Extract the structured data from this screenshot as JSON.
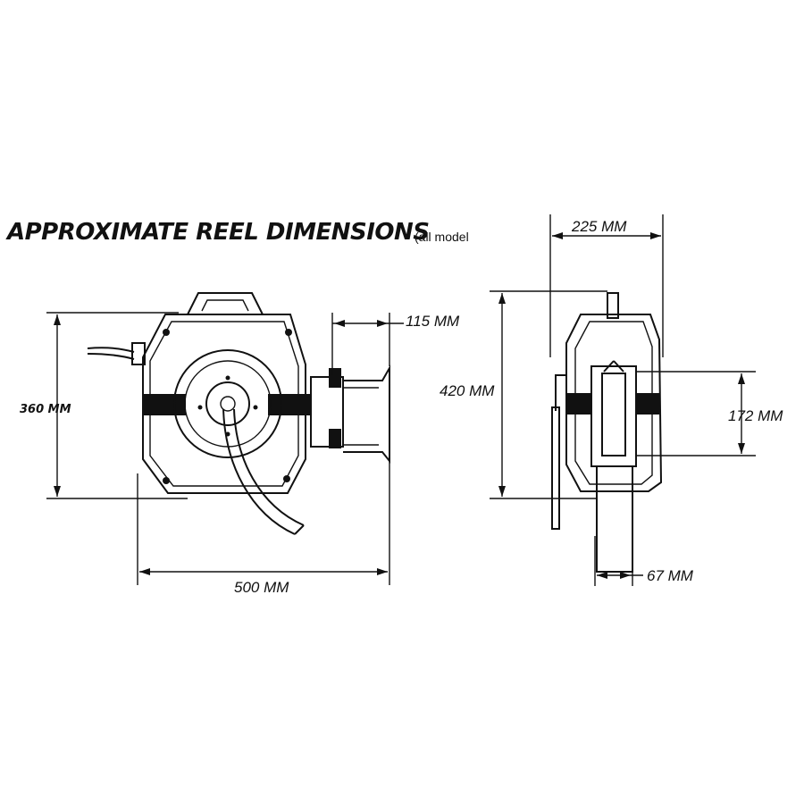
{
  "title": "APPROXIMATE REEL DIMENSIONS",
  "subtitle": "(all model",
  "front_view": {
    "height": "360 MM",
    "width": "500 MM",
    "depth_offset": "115 MM"
  },
  "side_view": {
    "width": "225 MM",
    "height": "420 MM",
    "bracket_height": "172 MM",
    "bracket_width": "67 MM"
  }
}
